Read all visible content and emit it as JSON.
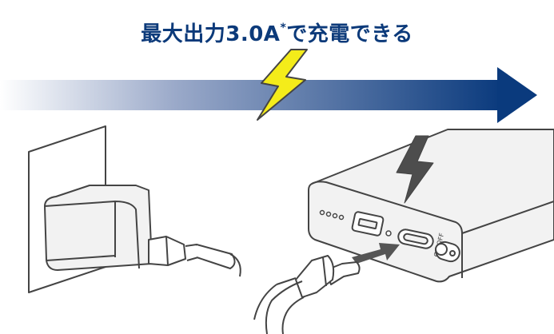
{
  "headline": {
    "text_before": "最大出力3.0A",
    "asterisk": "*",
    "text_after": "で充電できる"
  },
  "power_bank": {
    "port_label": "ON/OFF"
  },
  "colors": {
    "headline": "#0c3a7a",
    "arrow_dark": "#0a3a7d",
    "arrow_light": "#ffffff",
    "bolt_yellow": "#f4ec1a",
    "bolt_gray": "#4d4d4d",
    "outline": "#444444",
    "device_fill": "#f2f2f2",
    "wall_fill": "#ffffff",
    "arrow_insert": "#555555"
  },
  "icons": {
    "charge_bolt": "lightning-bolt-icon",
    "device_bolt": "lightning-bolt-icon",
    "insert_arrow": "arrow-right-icon"
  }
}
